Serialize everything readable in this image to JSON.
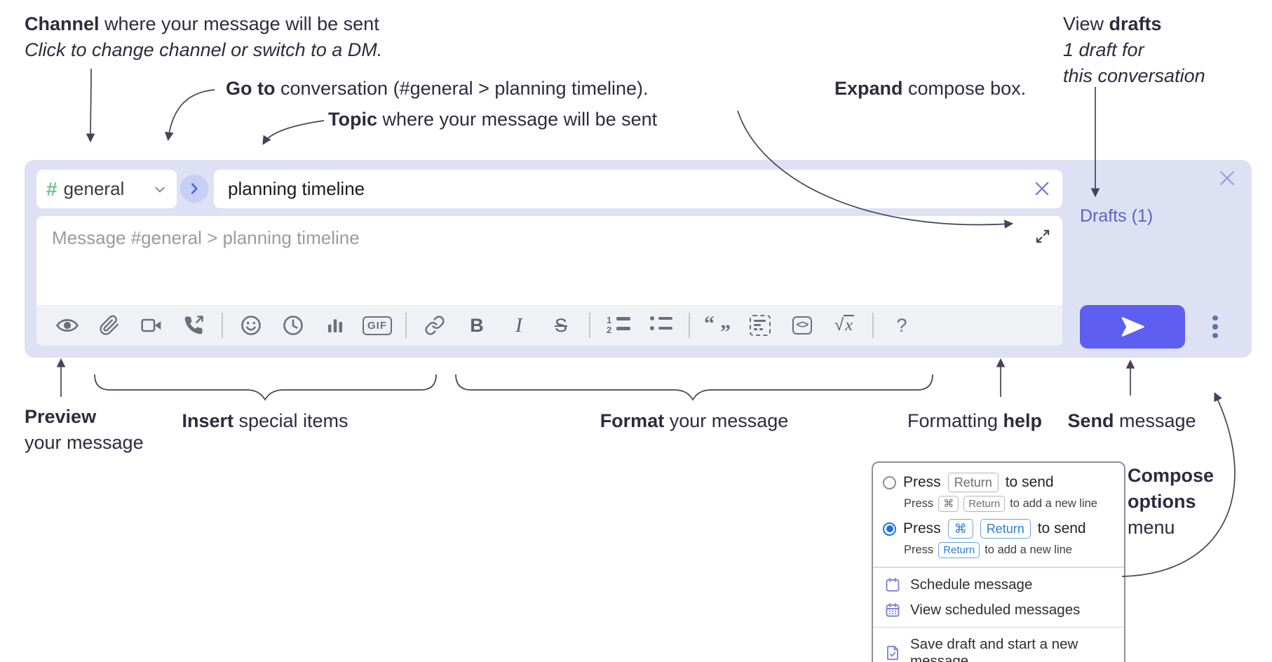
{
  "colors": {
    "compose_bg": "#dde1f3",
    "toolbar_bg": "#f0f1f5",
    "hash_green": "#6fc590",
    "goto_circle_bg": "#c6cff7",
    "goto_chevron": "#4a5fe8",
    "drafts_link": "#5c64c4",
    "send_button": "#5e5ef0",
    "keycap_blue": "#2e7cd6",
    "radio_selected": "#1a73e8",
    "popup_icon_purple": "#7e81dd",
    "annotation_text": "#2d2c3e",
    "arrow": "#44435a"
  },
  "annotations": {
    "channel": {
      "bold": "Channel",
      "rest": " where your message will be sent",
      "line2": "Click to change channel or switch to a DM."
    },
    "go_to": {
      "bold": "Go to",
      "rest": " conversation (#general > planning timeline)."
    },
    "topic": {
      "bold": "Topic",
      "rest": " where your message will be sent"
    },
    "expand": {
      "bold": "Expand",
      "rest": " compose box."
    },
    "view_drafts": {
      "pre": "View ",
      "bold": "drafts",
      "line2": "1 draft for",
      "line3": "this conversation"
    },
    "preview": {
      "bold": "Preview",
      "line2": "your message"
    },
    "insert": {
      "bold": "Insert",
      "rest": " special items"
    },
    "format": {
      "bold": "Format",
      "rest": " your message"
    },
    "help": {
      "pre": "Formatting ",
      "bold": "help"
    },
    "send": {
      "bold": "Send",
      "rest": " message"
    },
    "compose_options": {
      "line1": "Compose",
      "line2": "options",
      "line3": "menu"
    }
  },
  "compose": {
    "channel": {
      "hash": "#",
      "name": "general"
    },
    "topic_value": "planning timeline",
    "message_placeholder": "Message #general > planning timeline",
    "drafts_link": "Drafts (1)",
    "toolbar": {
      "bold": "B",
      "italic": "I",
      "strike": "S",
      "gif": "GIF",
      "code": "<>",
      "math_root": "√",
      "math_var": "x",
      "help": "?",
      "quote_open": "“",
      "quote_close": "”",
      "num1": "1",
      "num2": "2"
    }
  },
  "popup": {
    "option_return": {
      "press": "Press",
      "key_return": "Return",
      "to_send": "to send",
      "sub_press": "Press",
      "sub_key_cmd": "⌘",
      "sub_key_return": "Return",
      "sub_rest": "to add a new line"
    },
    "option_cmd_return": {
      "press": "Press",
      "key_cmd": "⌘",
      "key_return": "Return",
      "to_send": "to send",
      "sub_press": "Press",
      "sub_key_return": "Return",
      "sub_rest": "to add a new line"
    },
    "items": [
      {
        "label": "Schedule message"
      },
      {
        "label": "View scheduled messages"
      },
      {
        "label": "Save draft and start a new message"
      }
    ]
  }
}
